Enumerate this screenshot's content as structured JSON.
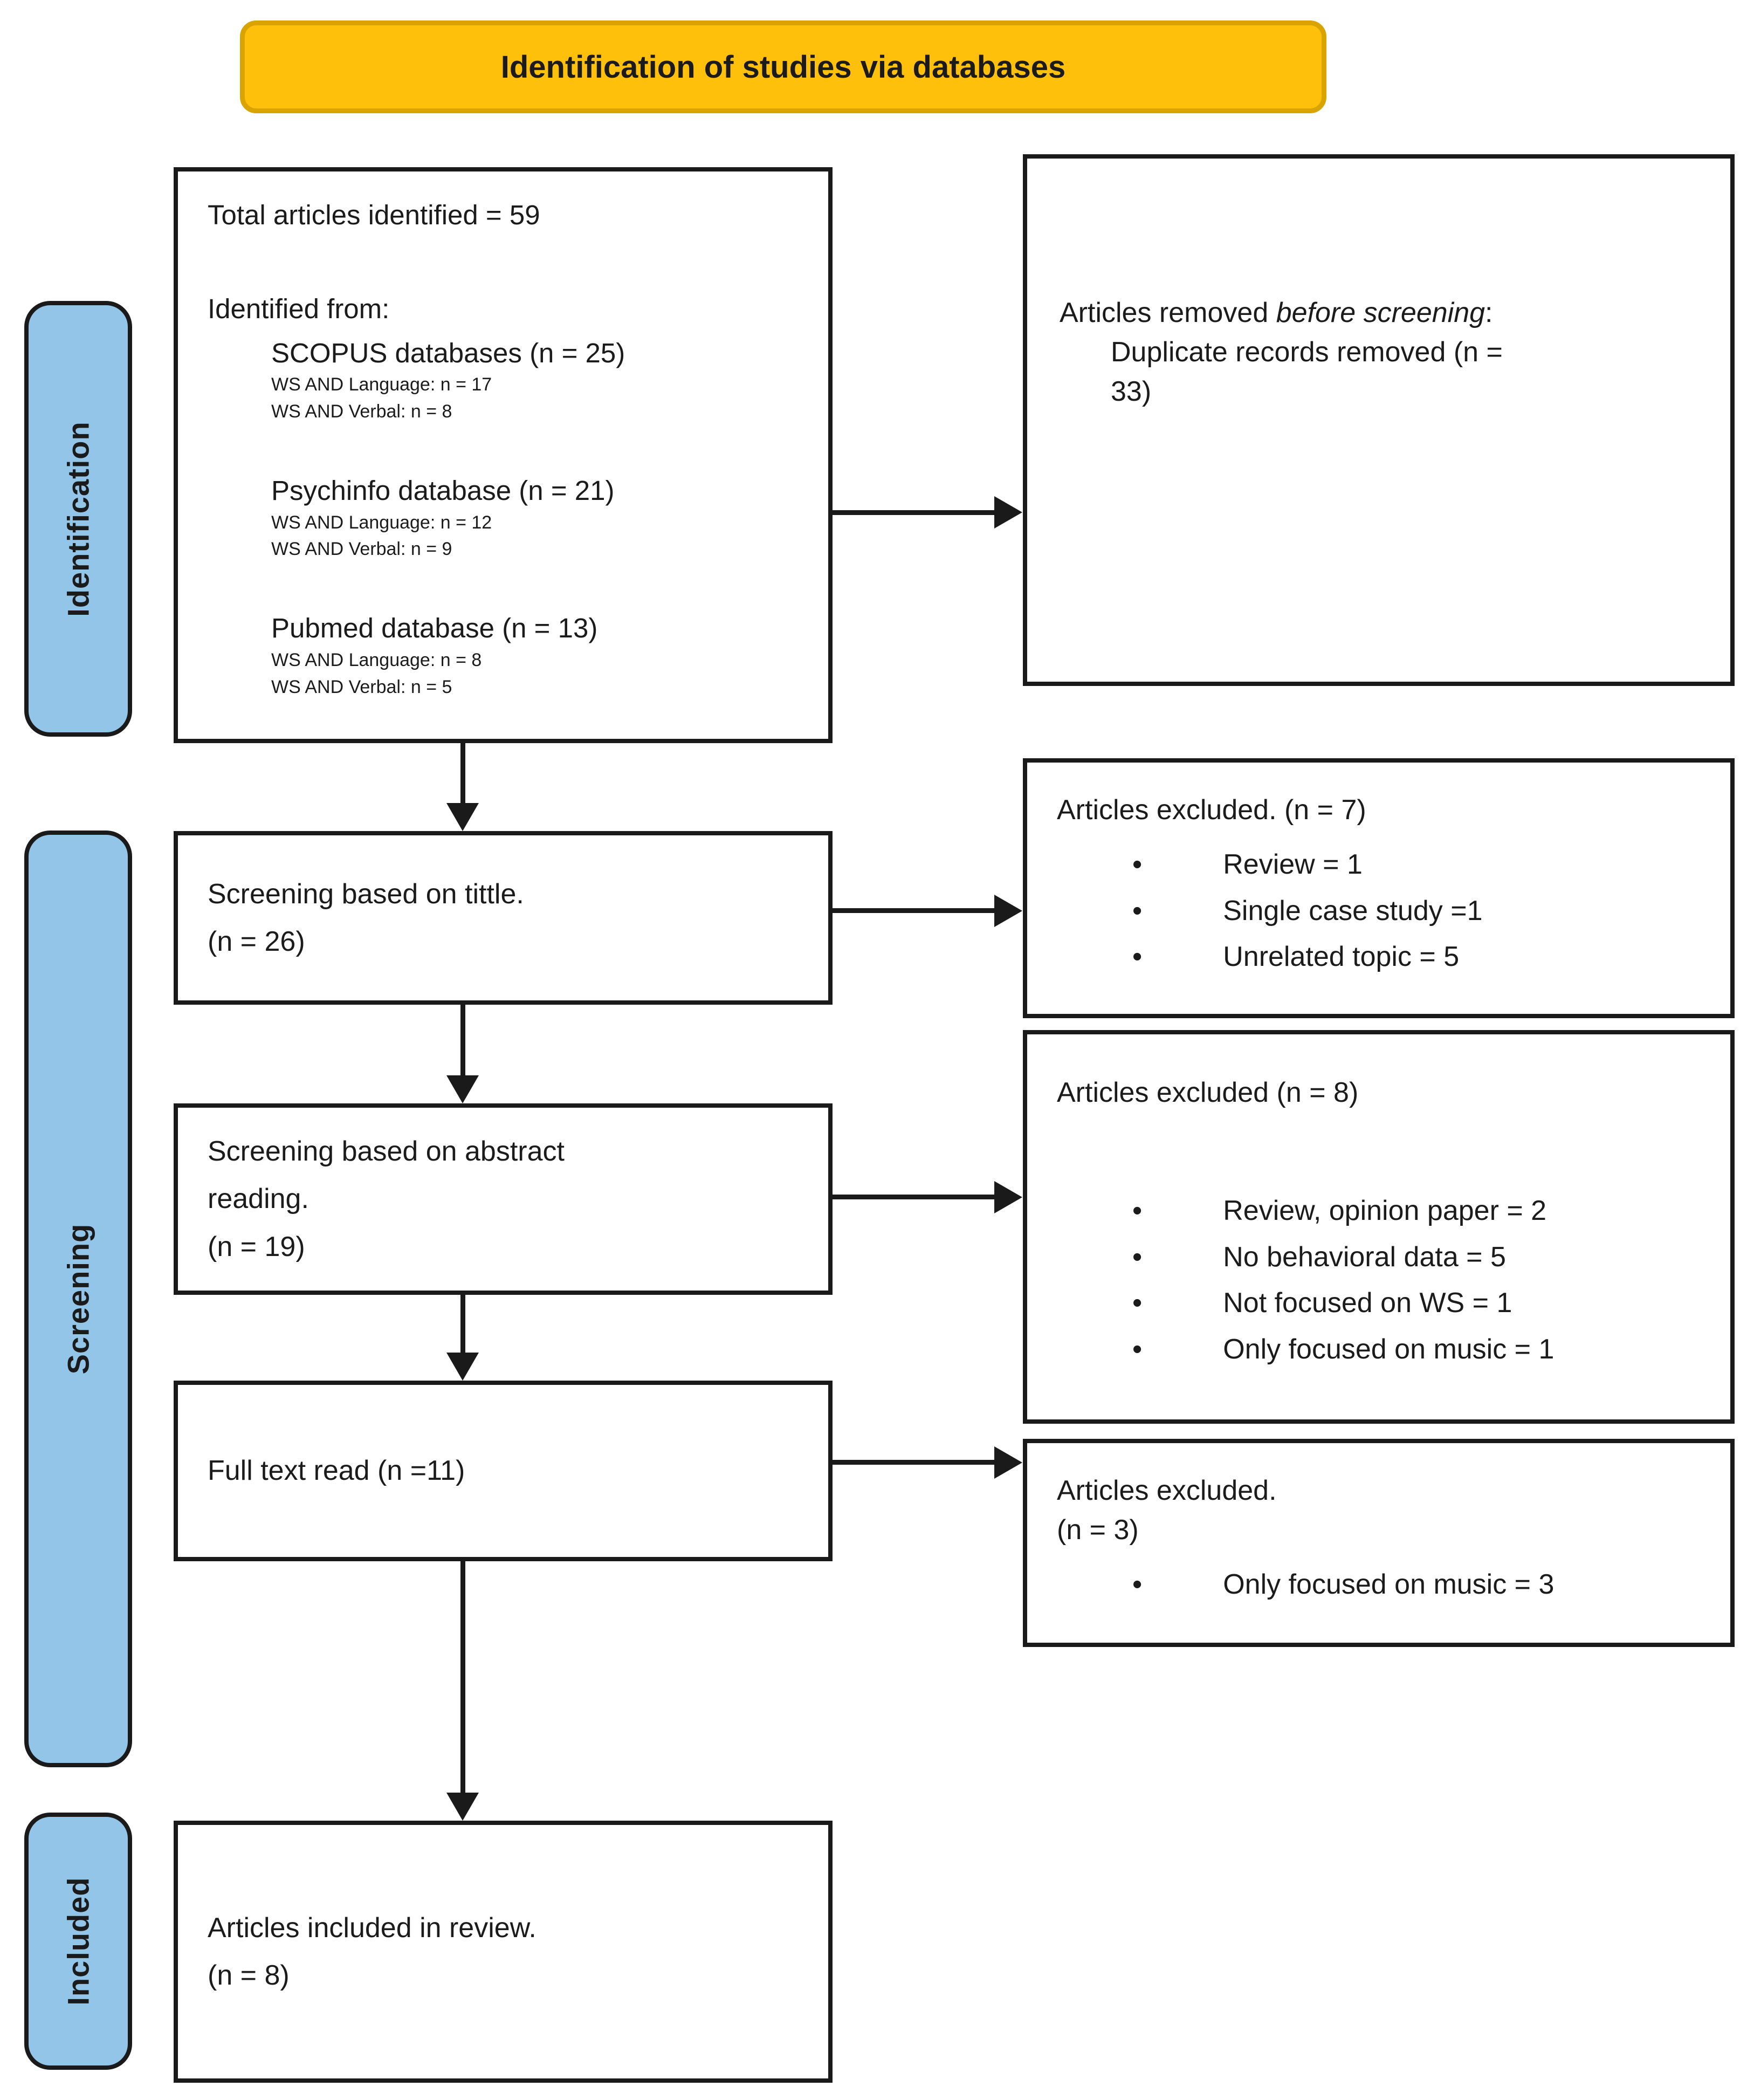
{
  "banner": {
    "title": "Identification of studies via databases"
  },
  "sidebar": {
    "identification": "Identification",
    "screening": "Screening",
    "included": "Included"
  },
  "flow": {
    "identified": {
      "total": "Total articles identified = 59",
      "from_label": "Identified from:",
      "sources": [
        {
          "name": "SCOPUS databases (n = 25)",
          "details": [
            "WS AND Language: n = 17",
            "WS AND Verbal: n = 8"
          ]
        },
        {
          "name": "Psychinfo database (n = 21)",
          "details": [
            "WS AND Language: n = 12",
            "WS AND Verbal: n = 9"
          ]
        },
        {
          "name": "Pubmed database (n = 13)",
          "details": [
            "WS AND Language: n = 8",
            "WS AND Verbal: n = 5"
          ]
        }
      ]
    },
    "removed_before_screening": {
      "prefix": "Articles removed ",
      "italic": "before screening",
      "suffix": ":",
      "detail_line1": "Duplicate records removed (n =",
      "detail_line2": "33)"
    },
    "screening_title": {
      "line1": "Screening based on tittle.",
      "line2": "(n = 26)"
    },
    "excluded_after_title": {
      "heading": "Articles excluded. (n = 7)",
      "bullets": [
        "Review = 1",
        "Single case study =1",
        "Unrelated topic = 5"
      ]
    },
    "screening_abstract": {
      "line1": "Screening based on abstract",
      "line2": "reading.",
      "line3": "(n = 19)"
    },
    "excluded_after_abstract": {
      "heading": "Articles excluded (n = 8)",
      "bullets": [
        "Review, opinion paper = 2",
        "No behavioral data = 5",
        "Not focused on WS = 1",
        "Only focused on music = 1"
      ]
    },
    "full_text": {
      "label": "Full text read (n =11)"
    },
    "excluded_after_full_text": {
      "heading_line1": "Articles excluded.",
      "heading_line2": "(n = 3)",
      "bullets": [
        "Only focused on music = 3"
      ]
    },
    "included_box": {
      "line1": "Articles included in review.",
      "line2": "(n = 8)"
    }
  },
  "colors": {
    "banner_fill": "#FFC00C",
    "banner_border": "#D9A300",
    "stage_fill": "#92C5E8",
    "line": "#1A1A1A"
  }
}
